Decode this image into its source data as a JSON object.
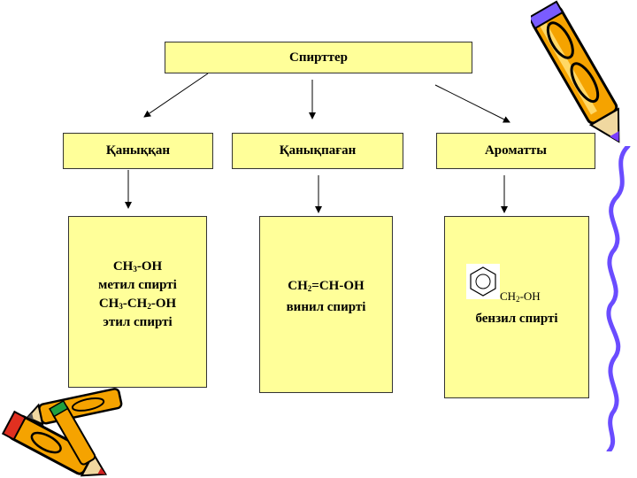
{
  "root": {
    "label": "Спирттер"
  },
  "categories": [
    {
      "label": "Қаныққан"
    },
    {
      "label": "Қанықпаған"
    },
    {
      "label": "Ароматты"
    }
  ],
  "examples": {
    "saturated": {
      "formula1": [
        "CH",
        "3",
        "-OH"
      ],
      "name1": "метил спирті",
      "formula2": [
        "CH",
        "3",
        "-CH",
        "2",
        "-OH"
      ],
      "name2": "этил спирті"
    },
    "unsaturated": {
      "formula": [
        "CH",
        "2",
        "=CH-OH"
      ],
      "name": "винил спирті"
    },
    "aromatic": {
      "formula": [
        "CH",
        "2",
        "-OH"
      ],
      "name": "бензил спирті"
    }
  },
  "colors": {
    "box_fill": "#ffff99",
    "border": "#333333"
  },
  "icons": [
    "pencil-icon",
    "pencils-icon",
    "benzene-ring-icon"
  ]
}
